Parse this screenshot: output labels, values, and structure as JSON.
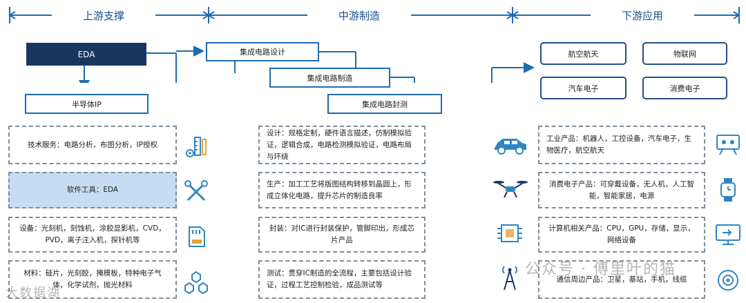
{
  "headers": {
    "upstream": "上游支撑",
    "midstream": "中游制造",
    "downstream": "下游应用"
  },
  "flow": {
    "eda": "EDA",
    "ip": "半导体IP",
    "design": "集成电路设计",
    "manufacture": "集成电路制造",
    "packaging": "集成电路封测"
  },
  "applications": [
    "航空航天",
    "物联网",
    "汽车电子",
    "消费电子"
  ],
  "upstream_items": [
    "技术服务：电路分析，布图分析，IP授权",
    "软件工具：EDA",
    "设备：光刻机，刻蚀机，涂胶显影机，CVD，PVD，离子注入机，探针机等",
    "材料：硅片，光刻胶，掩模板，特种电子气体，化学试剂，抛光材料"
  ],
  "midstream_items": [
    "设计：规格定制，硬件语言描述，仿制模拟验证，逻辑合成，电路检测模拟验证，电路布局与环绕",
    "生产：加工工艺将版图结构转移到晶圆上，形成立体化电路，提升芯片的制造良率",
    "封装：对IC进行封装保护，管脚印出，形成芯片产品",
    "测试：贯穿IC制造的全流程，主要包括设计验证，过程工艺控制检验，成品测试等"
  ],
  "downstream_items": [
    "工业产品：机器人，工控设备，汽车电子，生物医疗，航空航天",
    "消费电子产品：可穿戴设备，无人机，人工智能，智能家居，电源",
    "计算机相关产品：CPU，GPU，存储，显示，网络设备",
    "通信周边产品：卫星，基站，手机，线缆"
  ],
  "icons": {
    "upstream": [
      "ruler-gear-icon",
      "tools-icon",
      "sd-card-icon",
      "hexagon-molecule-icon"
    ],
    "downstream_left": [
      "car-icon",
      "drone-icon",
      "chip-icon",
      "signal-tower-icon"
    ],
    "downstream_right": [
      "robot-arm-icon",
      "smartwatch-icon",
      "monitor-icon",
      "camera-icon"
    ]
  },
  "colors": {
    "header": "#1a4f8a",
    "box_border": "#1f6bb0",
    "eda_fill": "#17375e",
    "highlight": "#c5dcf3",
    "icon": "#2e86c1"
  },
  "watermarks": {
    "center": "公众号 · 傅里叶的猫",
    "bottom_left": "大数据湖"
  }
}
